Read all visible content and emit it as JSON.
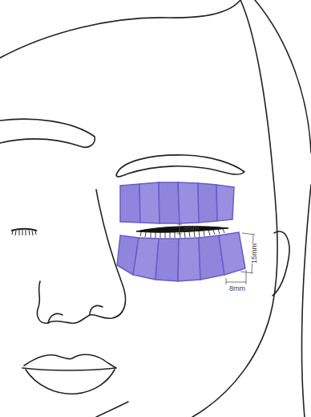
{
  "diagram": {
    "labels": [
      "3mm",
      "15mm",
      "8mm"
    ]
  }
}
